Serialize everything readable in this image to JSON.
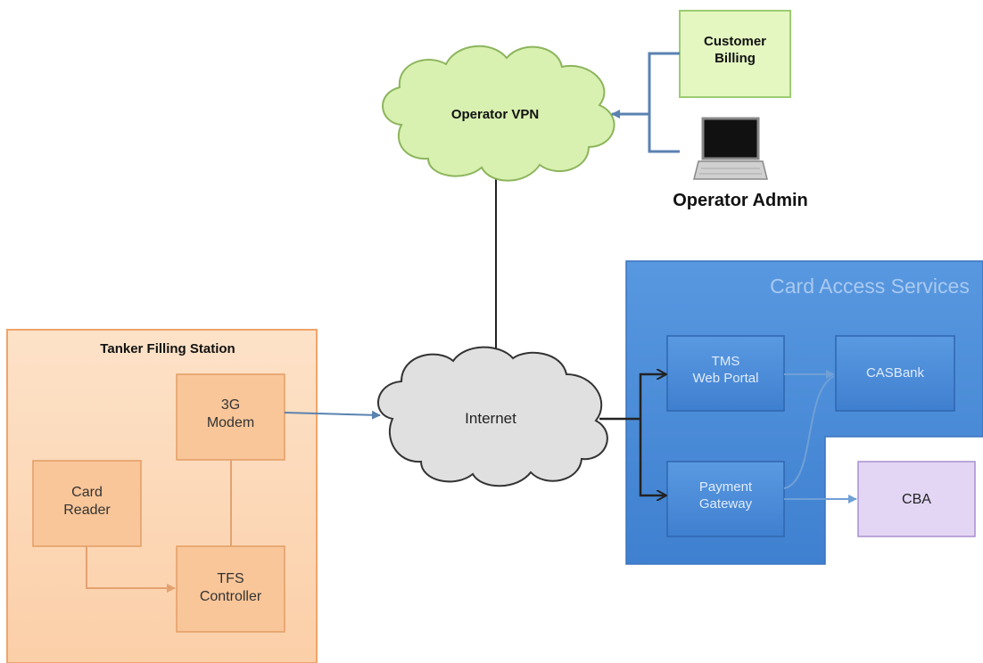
{
  "diagram": {
    "operator_vpn": {
      "label": "Operator VPN"
    },
    "customer_billing": {
      "line1": "Customer",
      "line2": "Billing"
    },
    "operator_admin": {
      "label": "Operator Admin",
      "icon": "laptop-icon"
    },
    "internet": {
      "label": "Internet"
    },
    "tanker_station": {
      "title": "Tanker Filling Station",
      "modem": {
        "line1": "3G",
        "line2": "Modem"
      },
      "card_reader": {
        "line1": "Card",
        "line2": "Reader"
      },
      "tfs_controller": {
        "line1": "TFS",
        "line2": "Controller"
      }
    },
    "card_access": {
      "title": "Card Access Services",
      "tms": {
        "line1": "TMS",
        "line2": "Web Portal"
      },
      "casbank": {
        "label": "CASBank"
      },
      "payment": {
        "line1": "Payment",
        "line2": "Gateway"
      }
    },
    "cba": {
      "label": "CBA"
    }
  },
  "colors": {
    "vpn_cloud": "#d8f0b0",
    "internet_cloud": "#e0e0e0",
    "billing_box": "#e4f7c0",
    "station_bg": "#fcd8b8",
    "station_box": "#f9c699",
    "cas_bg": "#4d90dd",
    "cas_box": "#4e8fdc",
    "cba_box": "#e3d6f4",
    "connector_blue": "#5a82b0"
  }
}
